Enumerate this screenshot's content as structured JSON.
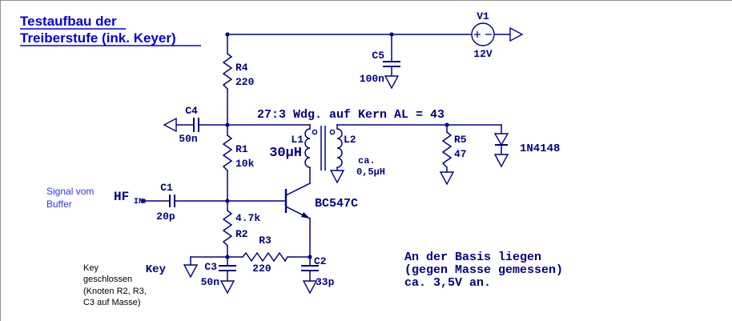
{
  "title": {
    "line1": "Testaufbau der",
    "line2": "Treiberstufe (ink. Keyer)"
  },
  "components": {
    "v1": {
      "ref": "V1",
      "value": "12V"
    },
    "c5": {
      "ref": "C5",
      "value": "100n"
    },
    "r4": {
      "ref": "R4",
      "value": "220"
    },
    "c4": {
      "ref": "C4",
      "value": "50n"
    },
    "r1": {
      "ref": "R1",
      "value": "10k"
    },
    "l1": {
      "ref": "L1",
      "value": "30µH"
    },
    "l2": {
      "ref": "L2",
      "value_prefix": "ca.",
      "value": "0,5µH"
    },
    "r5": {
      "ref": "R5",
      "value": "47"
    },
    "d1": {
      "ref": "1N4148"
    },
    "q1": {
      "ref": "BC547C"
    },
    "c1": {
      "ref": "C1",
      "value": "20p"
    },
    "r2": {
      "ref": "R2",
      "value": "4.7k"
    },
    "r3": {
      "ref": "R3",
      "value": "220"
    },
    "c3": {
      "ref": "C3",
      "value": "50n"
    },
    "c2": {
      "ref": "C2",
      "value": "33p"
    }
  },
  "labels": {
    "transformer_note": "27:3 Wdg. auf Kern AL = 43",
    "hf": "HF",
    "hf_sub": "IN",
    "signal_note": [
      "Signal vom",
      "Buffer"
    ],
    "key": "Key",
    "key_note": [
      "Key",
      "geschlossen",
      "(Knoten R2, R3,",
      "C3 auf Masse)"
    ],
    "basis_note": [
      "An der Basis liegen",
      "(gegen Masse gemessen)",
      "ca. 3,5V an."
    ]
  },
  "colors": {
    "schematic": "#000080",
    "title_text": "#0000dd",
    "signal_text": "#3333ee",
    "note_text": "#000000",
    "background": "#ffffff"
  }
}
